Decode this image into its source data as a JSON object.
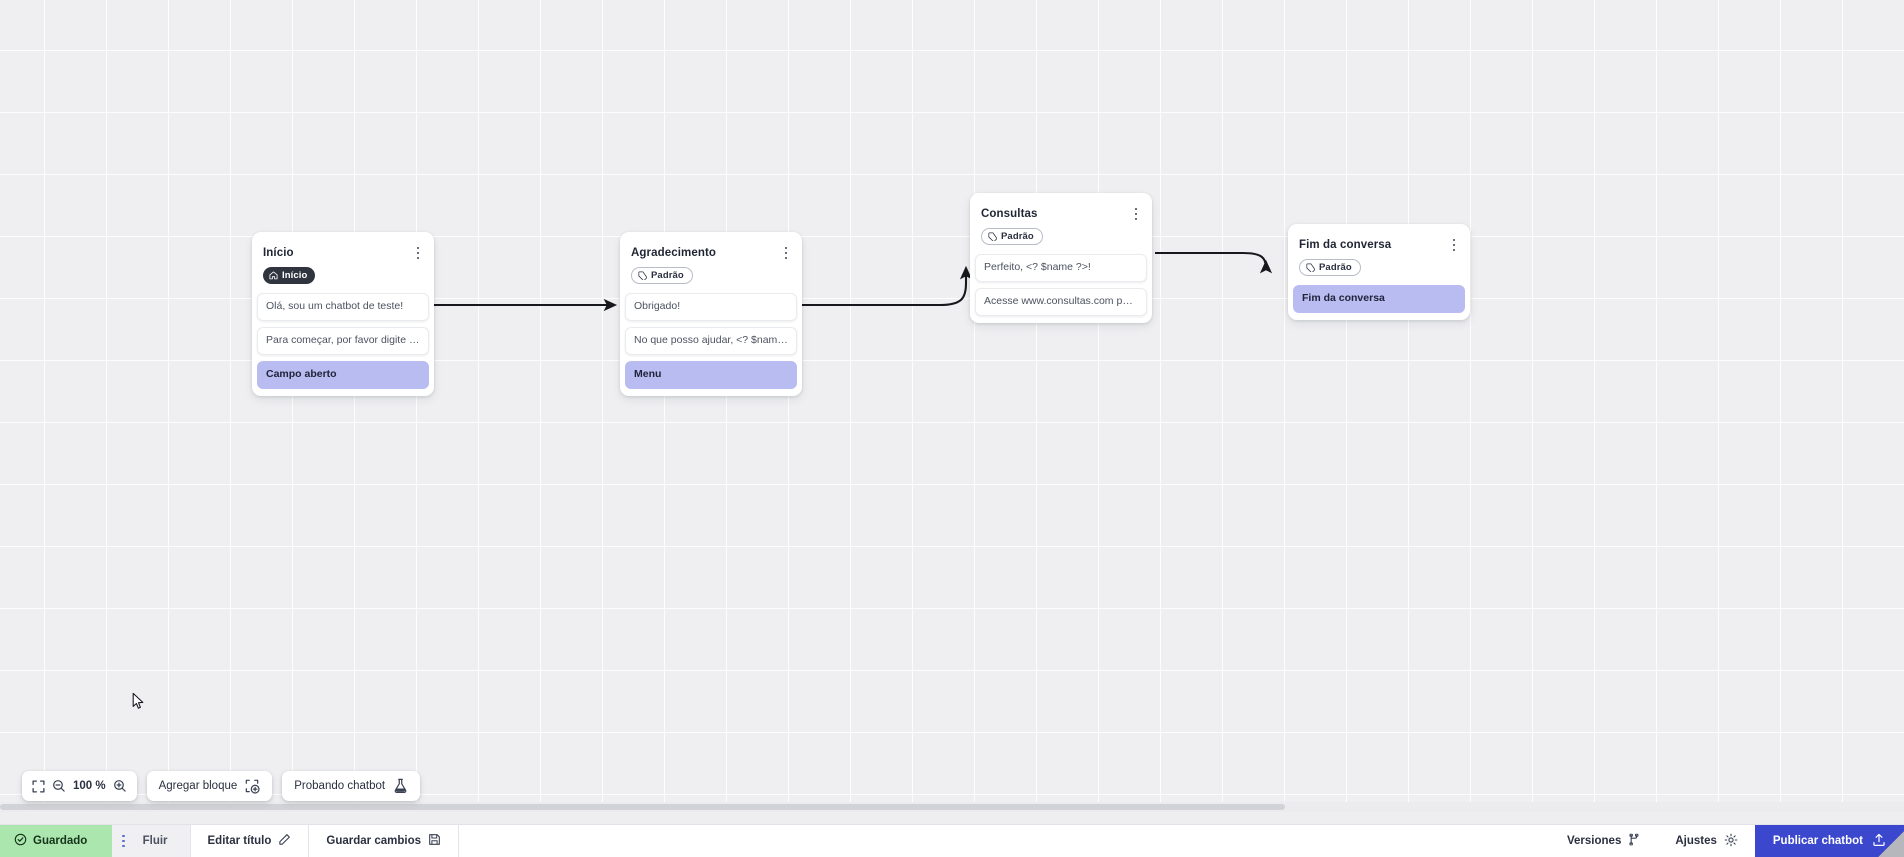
{
  "app": {
    "zoom_level": "100 %",
    "grid": "dotted-grid"
  },
  "canvas": {
    "nodes": [
      {
        "id": "inicio",
        "title": "Início",
        "tag": {
          "label": "Início",
          "style": "dark",
          "icon": "home-icon"
        },
        "messages": [
          {
            "text": "Olá, sou um chatbot de teste!",
            "accent": false
          },
          {
            "text": "Para começar, por favor digite o ...",
            "accent": false
          },
          {
            "text": "Campo aberto",
            "accent": true
          }
        ],
        "menu_icon": "kebab-menu-icon"
      },
      {
        "id": "agradecimento",
        "title": "Agradecimento",
        "tag": {
          "label": "Padrão",
          "style": "light",
          "icon": "tag-icon"
        },
        "messages": [
          {
            "text": "Obrigado!",
            "accent": false
          },
          {
            "text": "No que posso ajudar, <? $name ...",
            "accent": false
          },
          {
            "text": "Menu",
            "accent": true
          }
        ],
        "menu_icon": "kebab-menu-icon"
      },
      {
        "id": "consultas",
        "title": "Consultas",
        "tag": {
          "label": "Padrão",
          "style": "light",
          "icon": "tag-icon"
        },
        "messages": [
          {
            "text": "Perfeito, <? $name ?>!",
            "accent": false
          },
          {
            "text": "Acesse www.consultas.com par...",
            "accent": false
          }
        ],
        "menu_icon": "kebab-menu-icon"
      },
      {
        "id": "fim",
        "title": "Fim da conversa",
        "tag": {
          "label": "Padrão",
          "style": "light",
          "icon": "tag-icon"
        },
        "messages": [
          {
            "text": "Fim da conversa",
            "accent": true
          }
        ],
        "menu_icon": "kebab-menu-icon"
      }
    ],
    "edges": [
      {
        "from": "inicio",
        "to": "agradecimento"
      },
      {
        "from": "agradecimento",
        "to": "consultas"
      },
      {
        "from": "consultas",
        "to": "fim"
      }
    ]
  },
  "toolbar": {
    "fit_view_icon": "fit-screen-icon",
    "zoom_out_icon": "zoom-out-icon",
    "zoom_in_icon": "zoom-in-icon",
    "zoom_value": "100 %",
    "add_block_label": "Agregar bloque",
    "add_block_icon": "add-block-icon",
    "test_chatbot_label": "Probando chatbot",
    "test_chatbot_icon": "flask-icon"
  },
  "statusbar": {
    "saved_label": "Guardado",
    "saved_icon": "check-circle-icon",
    "tab_label": "Fluir",
    "tab_menu_icon": "kebab-menu-icon",
    "edit_title_label": "Editar título",
    "edit_title_icon": "pencil-icon",
    "save_changes_label": "Guardar cambios",
    "save_changes_icon": "floppy-disk-icon",
    "versions_label": "Versiones",
    "versions_icon": "branch-icon",
    "settings_label": "Ajustes",
    "settings_icon": "gear-icon",
    "publish_label": "Publicar chatbot",
    "publish_icon": "upload-icon"
  },
  "colors": {
    "accent_blue": "#3b47cc",
    "node_accent": "#b9bcf0",
    "saved_green": "#abe6ae",
    "canvas": "#efeff1",
    "tag_dark": "#30343f"
  }
}
